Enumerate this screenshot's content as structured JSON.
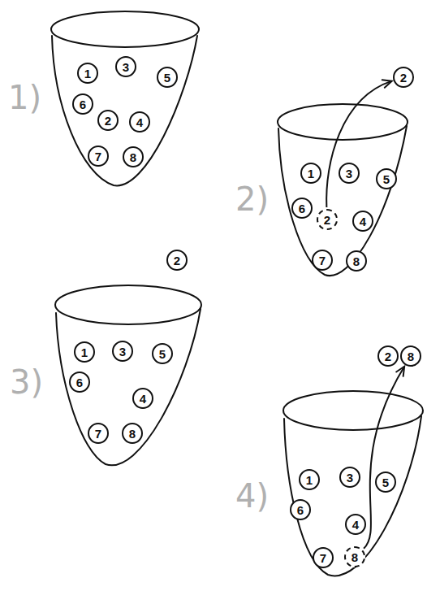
{
  "diagram": {
    "nodes": [
      {
        "text": [
          "1"
        ]
      },
      {
        "text": [
          "3"
        ]
      },
      {
        "text": [
          "5"
        ]
      },
      {
        "text": [
          "6"
        ]
      },
      {
        "text": [
          "2"
        ]
      },
      {
        "text": [
          "4"
        ]
      },
      {
        "text": [
          "7"
        ]
      },
      {
        "text": [
          "8"
        ]
      },
      {
        "text": [
          "2"
        ]
      },
      {
        "text": [
          "1"
        ]
      },
      {
        "text": [
          "3"
        ]
      },
      {
        "text": [
          "5"
        ]
      },
      {
        "text": [
          "6"
        ]
      },
      {
        "text": [
          "2"
        ]
      },
      {
        "text": [
          "4"
        ]
      },
      {
        "text": [
          "7"
        ]
      },
      {
        "text": [
          "8"
        ]
      },
      {
        "text": [
          "2"
        ]
      },
      {
        "text": [
          "1"
        ]
      },
      {
        "text": [
          "3"
        ]
      },
      {
        "text": [
          "5"
        ]
      },
      {
        "text": [
          "6"
        ]
      },
      {
        "text": [
          "4"
        ]
      },
      {
        "text": [
          "7"
        ]
      },
      {
        "text": [
          "8"
        ]
      },
      {
        "text": [
          "2"
        ]
      },
      {
        "text": [
          "8"
        ]
      },
      {
        "text": [
          "1"
        ]
      },
      {
        "text": [
          "3"
        ]
      },
      {
        "text": [
          "5"
        ]
      },
      {
        "text": [
          "6"
        ]
      },
      {
        "text": [
          "4"
        ]
      },
      {
        "text": [
          "7"
        ]
      },
      {
        "text": [
          "8"
        ]
      }
    ],
    "edges": [
      {
        "from": 13,
        "to": 8,
        "arrow": "to"
      },
      {
        "from": 33,
        "to": 26,
        "arrow": "to"
      }
    ],
    "labels": [
      "1)",
      "2)",
      "3)",
      "4)"
    ]
  }
}
